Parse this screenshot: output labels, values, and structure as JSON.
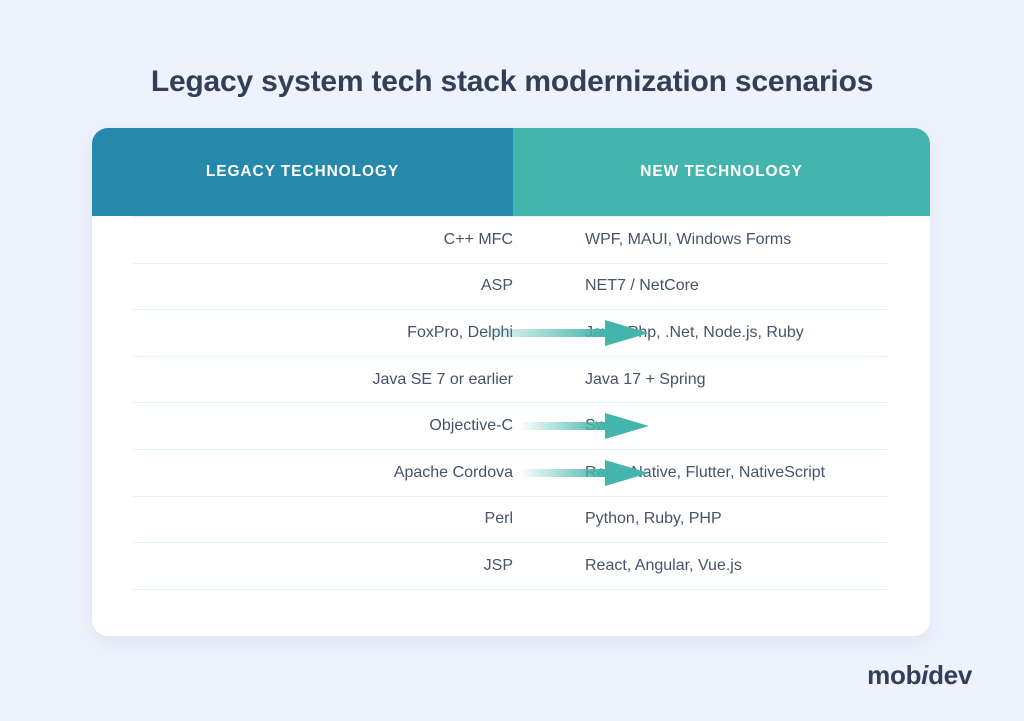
{
  "page": {
    "title": "Legacy system tech stack modernization scenarios",
    "background_color": "#eef2fc"
  },
  "table": {
    "headers": {
      "legacy": "LEGACY TECHNOLOGY",
      "new": "NEW TECHNOLOGY"
    },
    "header_colors": {
      "legacy": "#2689ac",
      "new": "#44b5ac"
    },
    "arrow_color": "#44b5ac",
    "rows": [
      {
        "legacy": "C++ MFC",
        "new": "WPF, MAUI, Windows Forms",
        "arrow": "none"
      },
      {
        "legacy": "ASP",
        "new": "NET7 / NetCore",
        "arrow": "none"
      },
      {
        "legacy": "FoxPro, Delphi",
        "new": "Java, Php, .Net, Node.js, Ruby",
        "arrow": "long"
      },
      {
        "legacy": "Java SE 7 or earlier",
        "new": "Java 17 + Spring",
        "arrow": "none"
      },
      {
        "legacy": "Objective-C",
        "new": "Swift",
        "arrow": "short"
      },
      {
        "legacy": "Apache Cordova",
        "new": "React Native, Flutter, NativeScript",
        "arrow": "short"
      },
      {
        "legacy": "Perl",
        "new": "Python, Ruby, PHP",
        "arrow": "none"
      },
      {
        "legacy": "JSP",
        "new": "React, Angular, Vue.js",
        "arrow": "none"
      }
    ]
  },
  "brand": {
    "part1": "mob",
    "italic": "i",
    "part2": "dev"
  }
}
